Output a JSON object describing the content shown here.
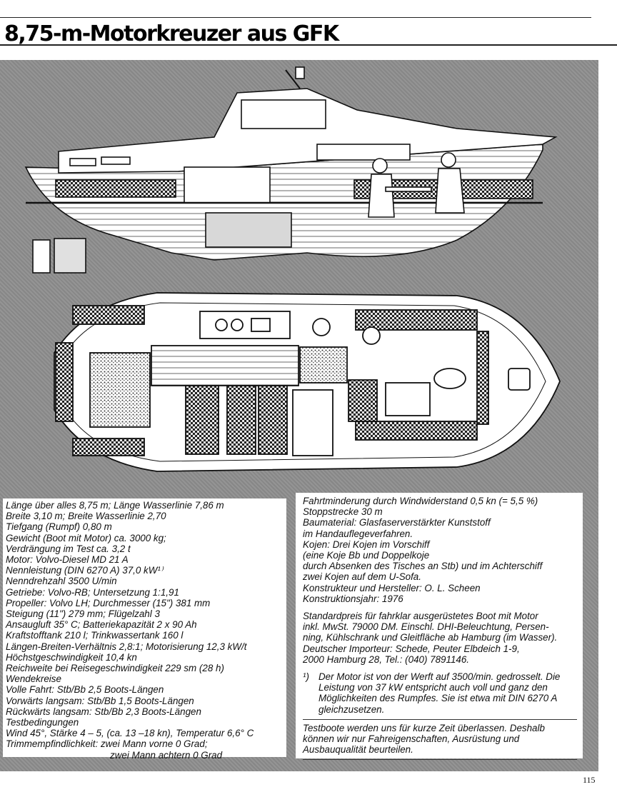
{
  "header": {
    "title": "8,75-m-Motorkreuzer aus GFK"
  },
  "specs_left": [
    "Länge über alles 8,75 m; Länge Wasserlinie 7,86 m",
    "Breite 3,10 m; Breite Wasserlinie 2,70",
    "Tiefgang (Rumpf) 0,80 m",
    "Gewicht (Boot mit Motor) ca. 3000 kg;",
    "Verdrängung im Test ca. 3,2 t",
    "Motor: Volvo-Diesel MD 21 A",
    "Nennleistung (DIN 6270 A) 37,0 kW¹⁾",
    "Nenndrehzahl 3500 U/min",
    "Getriebe: Volvo-RB; Untersetzung 1:1,91",
    "Propeller: Volvo LH; Durchmesser (15\") 381 mm",
    "Steigung (11\") 279 mm; Flügelzahl 3",
    "Ansaugluft 35° C; Batteriekapazität 2 x 90 Ah",
    "Kraftstofftank 210 l; Trinkwassertank 160 l",
    "Längen-Breiten-Verhältnis 2,8:1; Motorisierung 12,3 kW/t",
    "Höchstgeschwindigkeit 10,4 kn",
    "Reichweite bei Reisegeschwindigkeit 229 sm (28 h)",
    "Wendekreise",
    "Volle Fahrt: Stb/Bb 2,5 Boots-Längen",
    "Vorwärts langsam: Stb/Bb 1,5 Boots-Längen",
    "Rückwärts langsam: Stb/Bb 2,3 Boots-Längen",
    "Testbedingungen",
    "Wind 45°, Stärke 4 – 5, (ca. 13 –18 kn), Temperatur 6,6° C",
    "Trimmempfindlichkeit: zwei Mann vorne 0 Grad;",
    "zwei Mann achtern 0 Grad"
  ],
  "specs_right": [
    "Fahrtminderung durch Windwiderstand 0,5 kn (= 5,5 %)",
    "Stoppstrecke 30 m",
    "Baumaterial: Glasfaserverstärkter Kunststoff",
    "im Handauflegeverfahren.",
    "Kojen: Drei Kojen im Vorschiff",
    "(eine Koje Bb und Doppelkoje",
    "durch Absenken des Tisches an Stb) und im Achterschiff",
    "zwei Kojen auf dem U-Sofa.",
    "Konstrukteur und Hersteller: O. L. Scheen",
    "Konstruktionsjahr: 1976"
  ],
  "price": [
    "Standardpreis für fahrklar ausgerüstetes Boot mit Motor",
    "inkl. MwSt. 79000 DM. Einschl. DHI-Beleuchtung, Persen-",
    "ning, Kühlschrank und Gleitfläche ab Hamburg (im Wasser).",
    "Deutscher Importeur: Schede, Peuter Elbdeich 1-9,",
    "2000 Hamburg 28, Tel.: (040) 7891146."
  ],
  "footnote": {
    "mark": "¹)",
    "lines": [
      "Der Motor ist von der Werft auf 3500/min. gedrosselt. Die",
      "Leistung von 37 kW entspricht auch voll und ganz den",
      "Möglichkeiten des Rumpfes. Sie ist etwa mit DIN 6270 A",
      "gleichzusetzen."
    ]
  },
  "note": [
    "Testboote werden uns für kurze Zeit überlassen. Deshalb",
    "können wir nur Fahreigenschaften, Ausrüstung und",
    "Ausbauqualität beurteilen."
  ],
  "page_number": "115"
}
